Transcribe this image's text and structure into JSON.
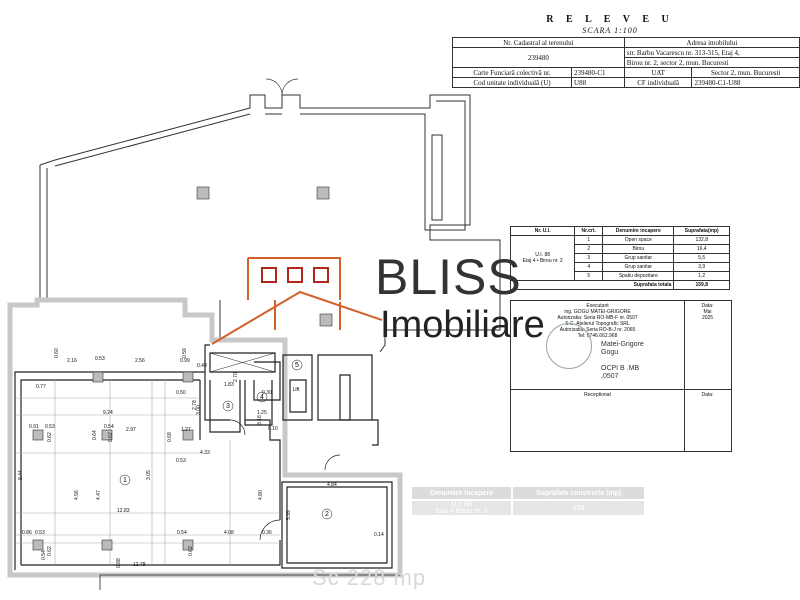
{
  "title": {
    "heading": "R E L E V E U",
    "scale": "SCARA 1:100"
  },
  "cadastral": {
    "nr_cadastral_label": "Nr. Cadastral al terenului",
    "nr_cadastral_value": "239480",
    "adresa_label": "Adresa imobilului",
    "adresa_value_1": "str. Barbu Vacarescu nr. 313-315, Etaj 4,",
    "adresa_value_2": "Birou nr. 2, sector 2, mun. Bucuresti",
    "carte_label": "Carte Funciară colectivă nr.",
    "carte_value": "239480-C1",
    "uat_label": "UAT",
    "uat_value": "Sector 2, mun. Bucuresti",
    "cod_label": "Cod unitate individuală (U)",
    "cod_value": "U88",
    "cf_label": "CF individuală",
    "cf_value": "239480-C1-U88"
  },
  "rooms_table": {
    "headers": [
      "Nr. U.I.",
      "Nr.crt.",
      "Denumire incapere",
      "Suprafata(mp)"
    ],
    "unit": "U.I. 88",
    "unit_sub": "Etaj 4 • Birou nr. 2",
    "rows": [
      {
        "nr": "1",
        "name": "Open space",
        "area": "132,8"
      },
      {
        "nr": "2",
        "name": "Birou",
        "area": "16,4"
      },
      {
        "nr": "3",
        "name": "Grup sanitar",
        "area": "5,5"
      },
      {
        "nr": "4",
        "name": "Grup sanitar",
        "area": "3,9"
      },
      {
        "nr": "5",
        "name": "Spatiu depozitare",
        "area": "1,2"
      }
    ],
    "total_label": "Suprafata totala",
    "total_value": "159,8"
  },
  "executant": {
    "label": "Executant",
    "name": "ing. GOGU MATEI-GRIGORE",
    "auth1": "Autorizatia: Seria RO-MB-F nr. 0507",
    "company": "S.C. Atelierul Topografic SRL",
    "auth2": "Autorizatia: Seria RO-B-J nr. 2065",
    "tel": "Tel: 0746.662.968",
    "sig1": "Matei-Grigore",
    "sig2": "Gogu",
    "ocpi": "OCPI B .MB",
    "ocpi2": ",0507",
    "date_label": "Data:",
    "date_1": "Mai",
    "date_2": "2025",
    "receptionat": "Receptionat",
    "data2": "Data:"
  },
  "watermark": {
    "line1": "BLISS",
    "line2": "Imobiliare",
    "brand_color": "#d2612a"
  },
  "summary": {
    "col1": "Denumire incapere",
    "col2": "Suprafata construita (mp)",
    "unit": "U.I. 88",
    "unit_sub": "Etaj 4 Birou nr. 3",
    "value": "228"
  },
  "sc_label": "Sc  228 mp",
  "plan": {
    "room_numbers": [
      "1",
      "2",
      "3",
      "4",
      "5"
    ],
    "lift_label": "Lift",
    "dims": {
      "d_216": "2.16",
      "d_053a": "0.53",
      "d_256": "2.56",
      "d_050": "0.50",
      "d_077": "0.77",
      "d_924": "9.24",
      "d_091": "0.91",
      "d_053b": "0.53",
      "d_062a": "0.62",
      "d_054": "0.54",
      "d_297": "2.97",
      "d_127": "1.27",
      "d_064": "0.64",
      "d_068": "0.68",
      "d_944": "9.44",
      "d_456": "4.56",
      "d_447": "4.47",
      "d_1283": "12.83",
      "d_305": "3.05",
      "d_433": "4.33",
      "d_053c": "0.53",
      "d_480": "4.80",
      "d_484": "4.84",
      "d_599": "5.99",
      "d_086": "0.86",
      "d_053d": "0.53",
      "d_054b": "0.54",
      "d_408": "4.08",
      "d_036": "0.36",
      "d_1278": "12.78",
      "d_088": "0.88",
      "d_014": "0.14",
      "d_183": "1.83",
      "d_300": "3.00",
      "d_270": "2.70",
      "d_125": "1.25",
      "d_030": "0.30",
      "d_010": "0.10",
      "d_318": "3.18",
      "d_059": "0.59",
      "d_099": "0.99",
      "d_048": "0.48",
      "d_060": "0.60",
      "d_278": "2.78",
      "d_062b": "0.62",
      "d_062c": "0.62",
      "d_062d": "0.62"
    }
  }
}
